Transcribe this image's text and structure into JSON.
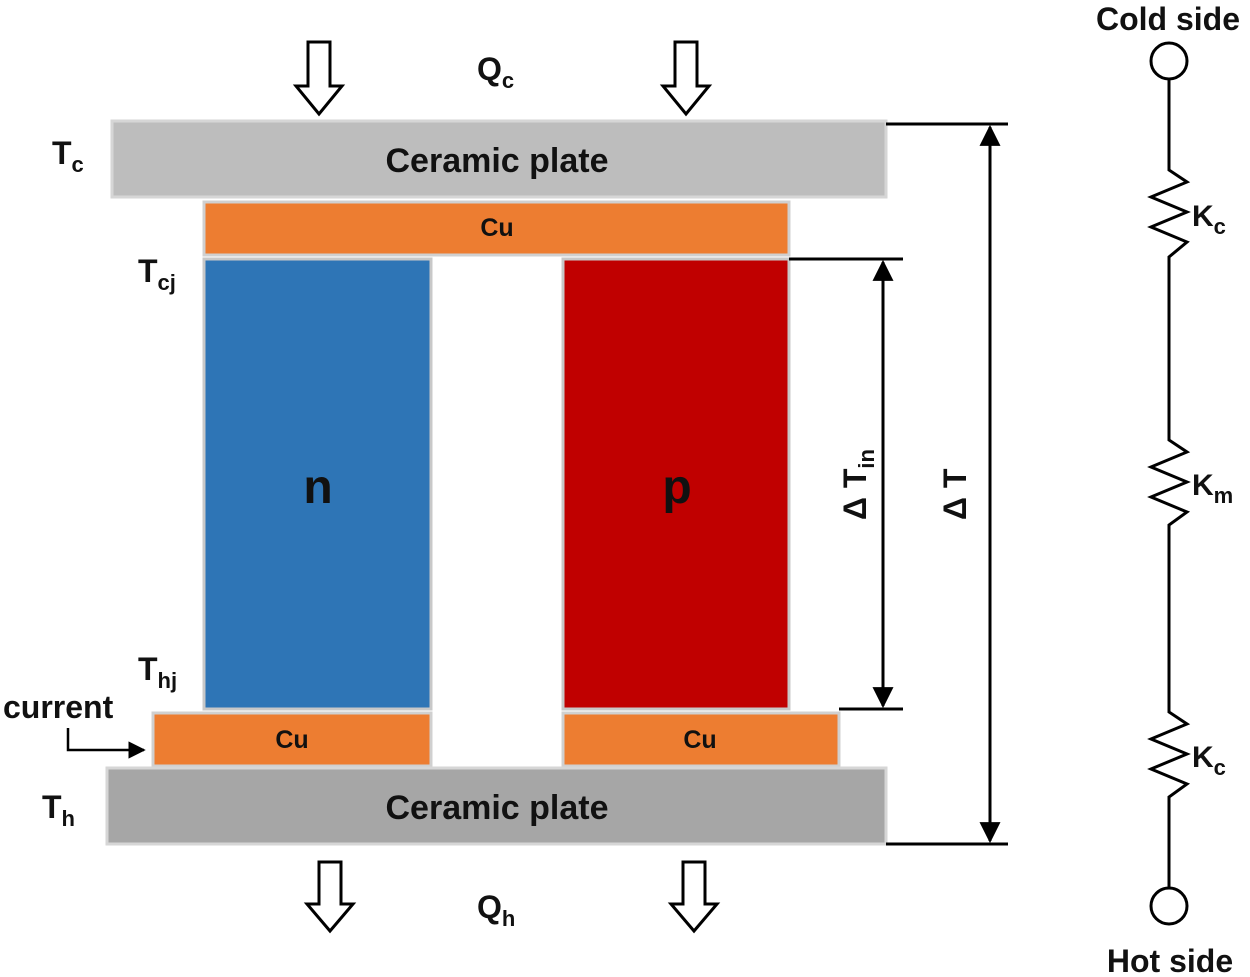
{
  "colors": {
    "top_plate": "#bdbdbd",
    "bottom_plate": "#a6a6a6",
    "plate_border": "#d0d0d0",
    "copper": "#ed7d31",
    "n_leg": "#2e75b6",
    "p_leg": "#c00000",
    "line": "#000000"
  },
  "heat": {
    "top_label": "Q",
    "top_sub": "c",
    "bottom_label": "Q",
    "bottom_sub": "h"
  },
  "plates": {
    "top_label": "Ceramic plate",
    "bottom_label": "Ceramic plate"
  },
  "copper": {
    "top_label": "Cu",
    "bottom_left_label": "Cu",
    "bottom_right_label": "Cu"
  },
  "legs": {
    "n_label": "n",
    "p_label": "p"
  },
  "temperatures": {
    "tc": "T",
    "tc_sub": "c",
    "tcj": "T",
    "tcj_sub": "cj",
    "thj": "T",
    "thj_sub": "hj",
    "th": "T",
    "th_sub": "h"
  },
  "current_label": "current",
  "dimensions": {
    "delta_t_in": "Δ T",
    "delta_t_in_sub": "in",
    "delta_t": "Δ T"
  },
  "circuit": {
    "cold_side": "Cold side",
    "hot_side": "Hot side",
    "r1": "K",
    "r1_sub": "c",
    "r2": "K",
    "r2_sub": "m",
    "r3": "K",
    "r3_sub": "c"
  }
}
